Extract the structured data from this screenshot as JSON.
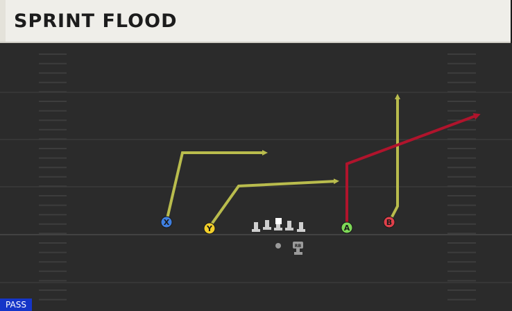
{
  "play": {
    "title": "SPRINT FLOOD",
    "type_badge": "PASS"
  },
  "players": [
    {
      "id": "X",
      "label": "X",
      "color": "#3f7fe0"
    },
    {
      "id": "Y",
      "label": "Y",
      "color": "#f2cf2a"
    },
    {
      "id": "A",
      "label": "A",
      "color": "#7ed957"
    },
    {
      "id": "B",
      "label": "B",
      "color": "#e0404a"
    }
  ],
  "backfield": {
    "rb_label": "RB"
  },
  "colors": {
    "route_yellow": "#b9bc4d",
    "route_red": "#b0142c",
    "field": "#2b2b2b",
    "badge": "#1535c8"
  }
}
